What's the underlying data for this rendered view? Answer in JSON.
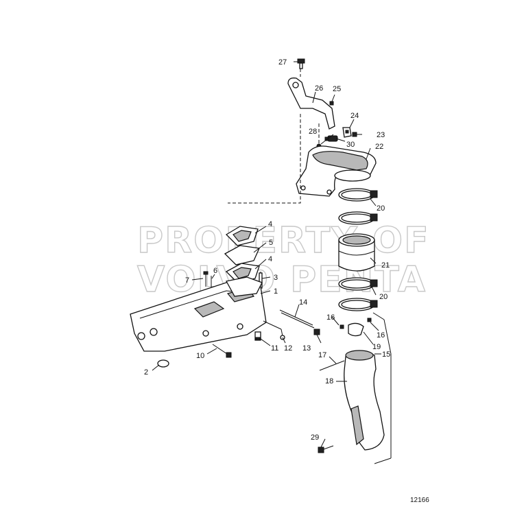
{
  "watermark": {
    "line1": "PROPERTY OF",
    "line2": "VOLVO PENTA"
  },
  "figure_id": "12166",
  "callouts": [
    "27",
    "26",
    "25",
    "24",
    "23",
    "28",
    "30",
    "22",
    "20",
    "4",
    "5",
    "4",
    "21",
    "7",
    "6",
    "3",
    "1",
    "20",
    "14",
    "16",
    "16",
    "19",
    "13",
    "12",
    "11",
    "10",
    "2",
    "17",
    "15",
    "18",
    "29"
  ]
}
